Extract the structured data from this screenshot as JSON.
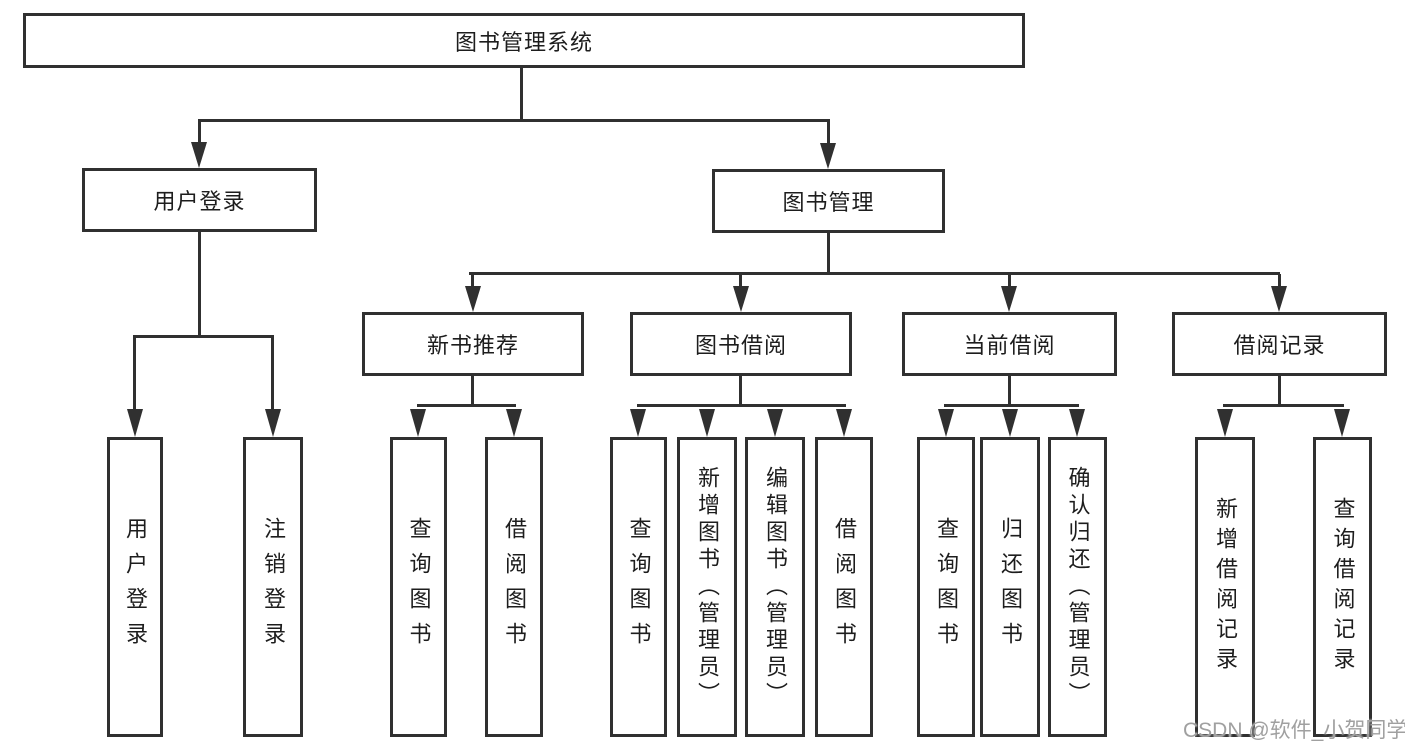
{
  "diagram": {
    "root_label": "图书管理系统",
    "user_login": {
      "label": "用户登录",
      "leaves": [
        "用户登录",
        "注销登录"
      ]
    },
    "book_mgmt": {
      "label": "图书管理",
      "sections": [
        {
          "label": "新书推荐",
          "leaves": [
            "查询图书",
            "借阅图书"
          ]
        },
        {
          "label": "图书借阅",
          "leaves": [
            "查询图书",
            "新增图书（管理员）",
            "编辑图书（管理员）",
            "借阅图书"
          ]
        },
        {
          "label": "当前借阅",
          "leaves": [
            "查询图书",
            "归还图书",
            "确认归还（管理员）"
          ]
        },
        {
          "label": "借阅记录",
          "leaves": [
            "新增借阅记录",
            "查询借阅记录"
          ]
        }
      ]
    },
    "watermark": "CSDN @软件_小贺同学",
    "colors": {
      "line": "#303030",
      "text": "#1d1d1d",
      "watermark": "#a0a0a0",
      "background": "#ffffff"
    }
  }
}
